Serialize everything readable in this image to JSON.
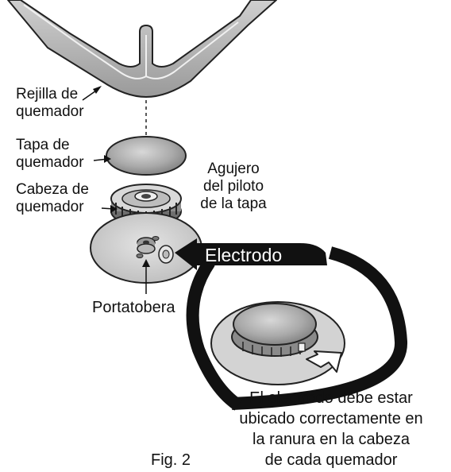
{
  "labels": {
    "burner_grate": "Rejilla de\nquemador",
    "burner_cap": "Tapa de\nquemador",
    "burner_head": "Cabeza de\nquemador",
    "pilot_hole": "Agujero\ndel piloto\nde la tapa",
    "electrode": "Electrodo",
    "nozzle_holder": "Portatobera",
    "note": "El electrodo debe estar\nubicado correctamente en\nla ranura en la cabeza\nde cada quemador",
    "figure": "Fig. 2"
  }
}
